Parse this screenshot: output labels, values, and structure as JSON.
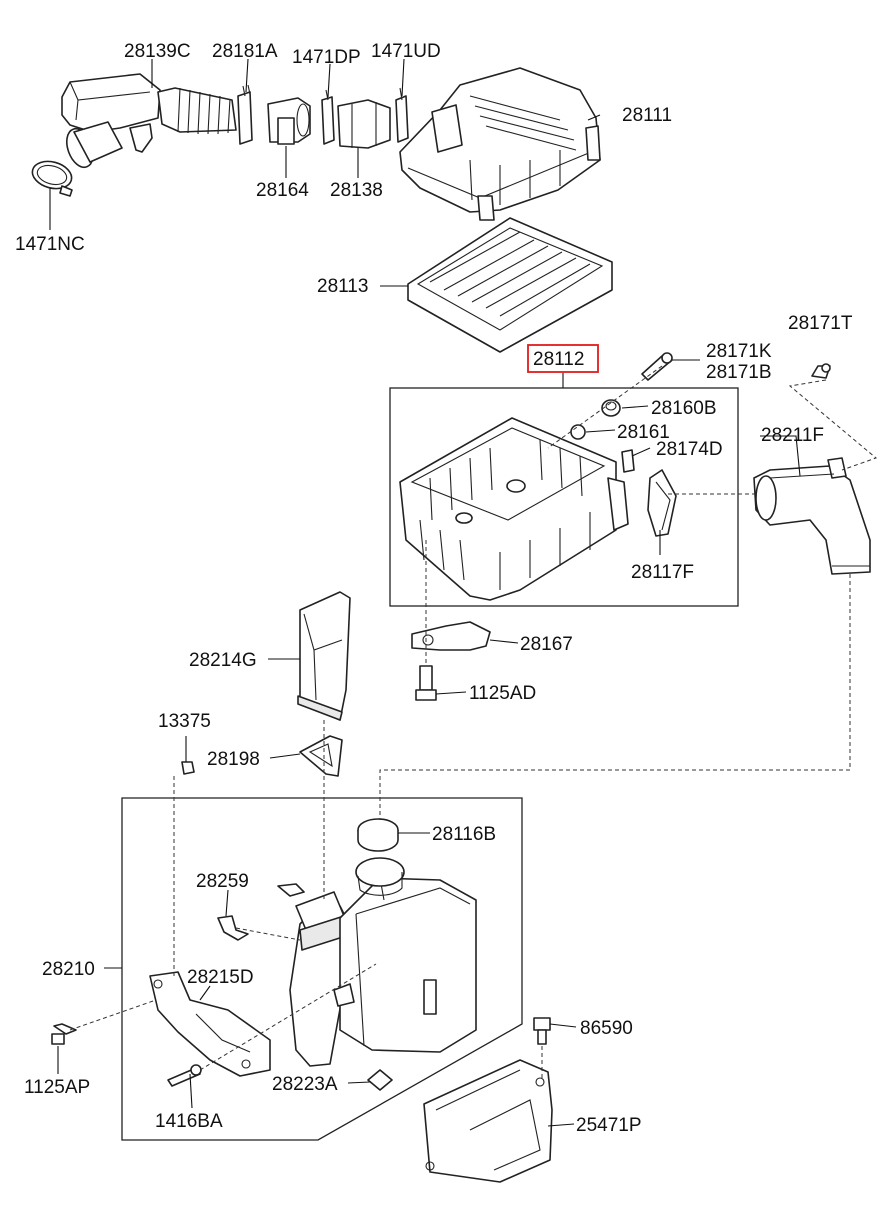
{
  "labels": {
    "p28139C": "28139C",
    "p28181A": "28181A",
    "p1471DP": "1471DP",
    "p1471UD": "1471UD",
    "p28111": "28111",
    "p28164": "28164",
    "p28138": "28138",
    "p1471NC": "1471NC",
    "p28113": "28113",
    "p28112": "28112",
    "p28171K": "28171K",
    "p28171B": "28171B",
    "p28171T": "28171T",
    "p28160B": "28160B",
    "p28161": "28161",
    "p28174D": "28174D",
    "p28211F": "28211F",
    "p28117F": "28117F",
    "p28167": "28167",
    "p1125AD": "1125AD",
    "p28214G": "28214G",
    "p13375": "13375",
    "p28198": "28198",
    "p28116B": "28116B",
    "p28259": "28259",
    "p28210": "28210",
    "p28215D": "28215D",
    "p86590": "86590",
    "p1125AP": "1125AP",
    "p28223A": "28223A",
    "p1416BA": "1416BA",
    "p25471P": "25471P"
  },
  "colors": {
    "line": "#222222",
    "highlight": "#e21b1b",
    "background": "#ffffff"
  }
}
